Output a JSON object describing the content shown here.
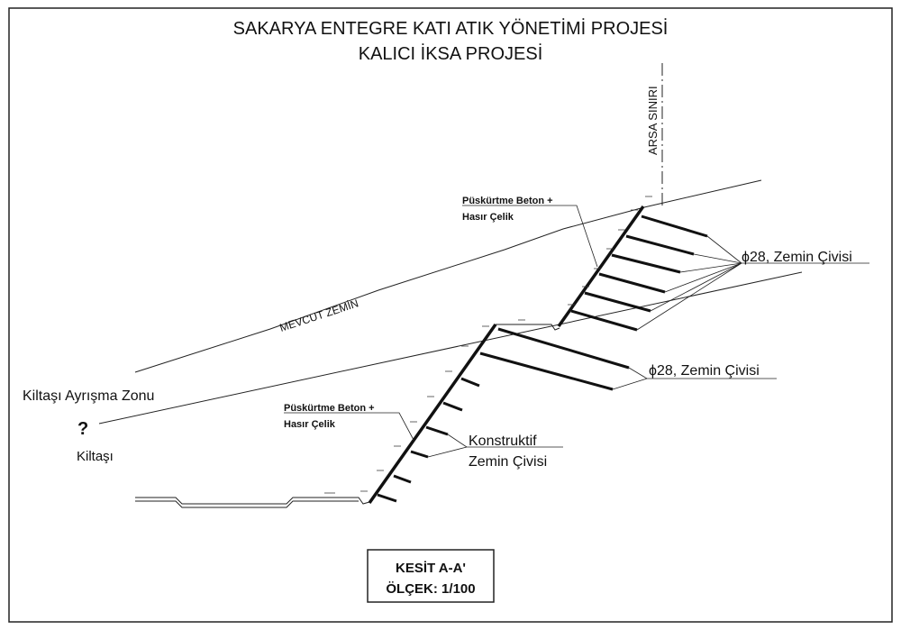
{
  "title": {
    "line1": "SAKARYA ENTEGRE KATI ATIK YÖNETİMİ PROJESİ",
    "line2": "KALICI İKSA PROJESİ"
  },
  "labels": {
    "property_line": "ARSA SINIRI",
    "existing_ground": "MEVCUT ZEMİN",
    "weathering_zone": "Kiltaşı Ayrışma Zonu",
    "question_mark": "?",
    "claystone": "Kiltaşı",
    "shotcrete_upper_1": "Püskürtme Beton +",
    "shotcrete_upper_2": "Hasır Çelik",
    "shotcrete_lower_1": "Püskürtme Beton +",
    "shotcrete_lower_2": "Hasır Çelik",
    "nail_upper": "ϕ28, Zemin Çivisi",
    "nail_lower": "ϕ28, Zemin Çivisi",
    "constructive_1": "Konstruktif",
    "constructive_2": "Zemin Çivisi"
  },
  "section_box": {
    "name": "KESİT A-A'",
    "scale": "ÖLÇEK: 1/100"
  }
}
